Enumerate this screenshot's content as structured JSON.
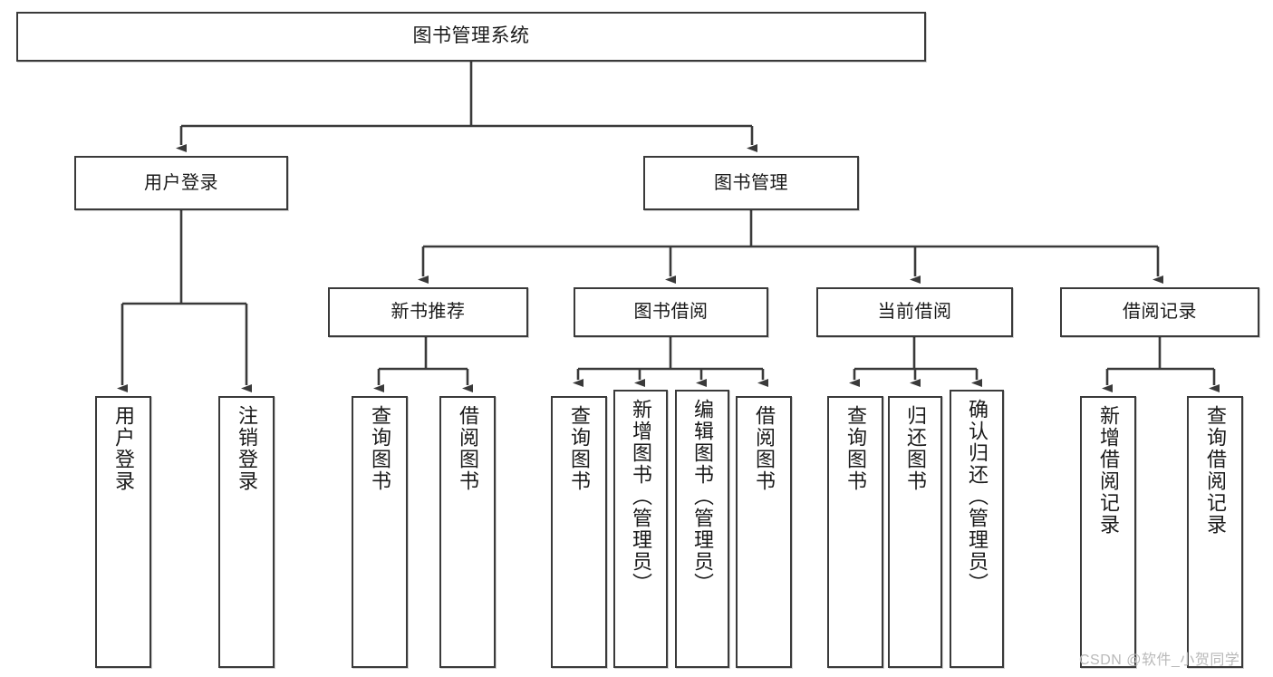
{
  "diagram": {
    "title": "图书管理系统",
    "type": "hierarchical-tree",
    "root": {
      "label": "图书管理系统"
    },
    "level1": [
      {
        "label": "用户登录"
      },
      {
        "label": "图书管理"
      }
    ],
    "level2": [
      {
        "label": "新书推荐"
      },
      {
        "label": "图书借阅"
      },
      {
        "label": "当前借阅"
      },
      {
        "label": "借阅记录"
      }
    ],
    "leaves": {
      "user_login": [
        {
          "label": "用户登录"
        },
        {
          "label": "注销登录"
        }
      ],
      "new_book": [
        {
          "label": "查询图书"
        },
        {
          "label": "借阅图书"
        }
      ],
      "book_borrow": [
        {
          "label": "查询图书"
        },
        {
          "label": "新增图书（管理员）"
        },
        {
          "label": "编辑图书（管理员）"
        },
        {
          "label": "借阅图书"
        }
      ],
      "current_borrow": [
        {
          "label": "查询图书"
        },
        {
          "label": "归还图书"
        },
        {
          "label": "确认归还（管理员）"
        }
      ],
      "borrow_record": [
        {
          "label": "新增借阅记录"
        },
        {
          "label": "查询借阅记录"
        }
      ]
    }
  },
  "watermark": {
    "text": "CSDN @软件_小贺同学"
  },
  "colors": {
    "stroke": "#3a3a3a",
    "background": "#ffffff",
    "text": "#1a1a1a",
    "watermark": "#b9b9b9"
  }
}
